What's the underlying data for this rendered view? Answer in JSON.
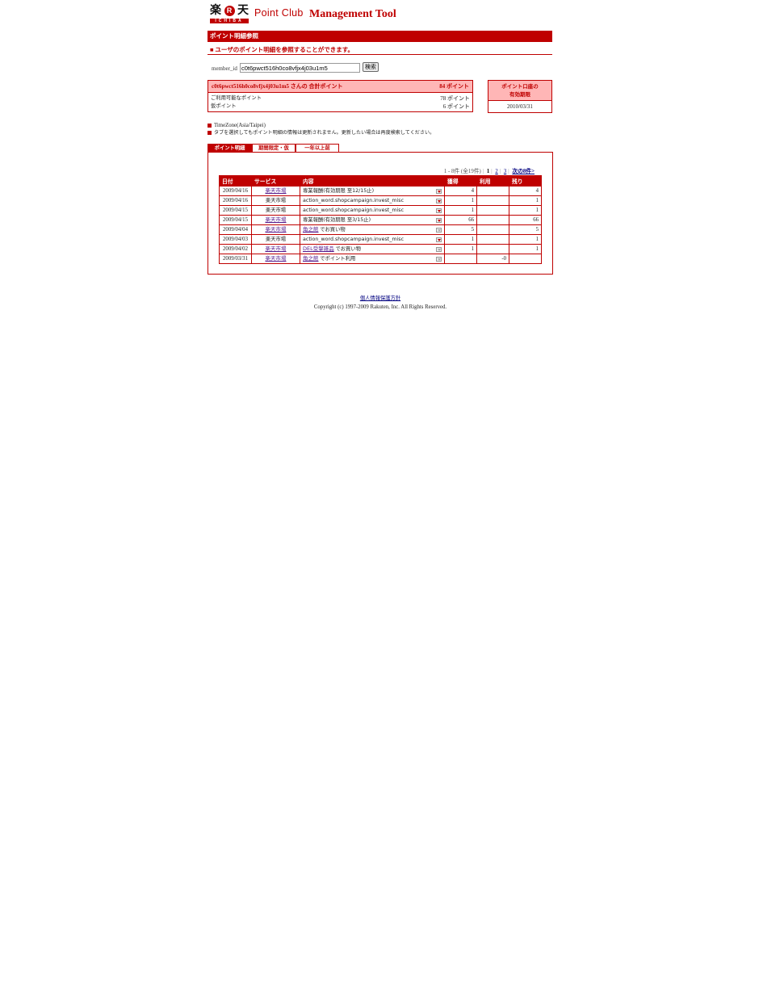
{
  "header": {
    "logo_kanji_left": "楽",
    "logo_r": "R",
    "logo_kanji_right": "天",
    "logo_ichiba": "ICHIBA",
    "point_club": "Point Club",
    "management_tool": "Management Tool"
  },
  "title_bar": "ポイント明細参照",
  "subtitle": "■ ユーザのポイント明細を参照することができます。",
  "search": {
    "label": "member_id",
    "value": "c0t6pwct516h0co8vfjx4j03u1m5",
    "button": "検索"
  },
  "points": {
    "header": "c0t6pwct516h0co8vfjx4j03u1m5 さんの 合計ポイント",
    "total": "84 ポイント",
    "available_label": "ご利用可能なポイント",
    "available_value": "78 ポイント",
    "temp_label": "仮ポイント",
    "temp_value": "6 ポイント"
  },
  "expiry": {
    "header_line1": "ポイント口座の",
    "header_line2": "有効期限",
    "value": "2010/03/31"
  },
  "notes": {
    "timezone": "TimeZone(Asia/Taipei)",
    "tab_note": "タブを選択してもポイント明細の情報は更新されません。更新したい場合は再度検索してください。"
  },
  "tabs": [
    "ポイント明細",
    "期間限定・仮",
    "一年以上前"
  ],
  "pager": {
    "summary": "1 - 8件 (全19件)",
    "current": "1",
    "page2": "2",
    "page3": "3",
    "next": "次の8件>"
  },
  "table": {
    "headers": [
      "日付",
      "サービス",
      "内容",
      "獲得",
      "利用",
      "残り"
    ],
    "rows": [
      {
        "date": "2009/04/16",
        "service": "楽天市場",
        "service_link": true,
        "content": "専業報酬(有効期限 至12/15止)",
        "content_link": "",
        "earned": "4",
        "used": "",
        "remaining": "4",
        "icon": "red"
      },
      {
        "date": "2009/04/16",
        "service": "楽天市場",
        "service_link": false,
        "content": "action_word.shopcampaign.invest_misc",
        "content_link": "",
        "earned": "1",
        "used": "",
        "remaining": "1",
        "icon": "red"
      },
      {
        "date": "2009/04/15",
        "service": "楽天市場",
        "service_link": false,
        "content": "action_word.shopcampaign.invest_misc",
        "content_link": "",
        "earned": "1",
        "used": "",
        "remaining": "1",
        "icon": "red"
      },
      {
        "date": "2009/04/15",
        "service": "楽天市場",
        "service_link": true,
        "content": "専業報酬(有効期限 至3/15止)",
        "content_link": "",
        "earned": "66",
        "used": "",
        "remaining": "66",
        "icon": "red"
      },
      {
        "date": "2009/04/04",
        "service": "楽天市場",
        "service_link": true,
        "content": "でお買い物",
        "content_link": "角之館",
        "earned": "5",
        "used": "",
        "remaining": "5",
        "icon": "gray"
      },
      {
        "date": "2009/04/03",
        "service": "楽天市場",
        "service_link": false,
        "content": "action_word.shopcampaign.invest_misc",
        "content_link": "",
        "earned": "1",
        "used": "",
        "remaining": "1",
        "icon": "red"
      },
      {
        "date": "2009/04/02",
        "service": "楽天市場",
        "service_link": true,
        "content": "でお買い物",
        "content_link": "DEL受撃雑品",
        "earned": "1",
        "used": "",
        "remaining": "1",
        "icon": "gray"
      },
      {
        "date": "2009/03/31",
        "service": "楽天市場",
        "service_link": true,
        "content": "でポイント利用",
        "content_link": "角之館",
        "earned": "",
        "used": "-0",
        "remaining": "",
        "icon": "gray"
      }
    ]
  },
  "footer": {
    "privacy": "個人情報保護方針",
    "copyright": "Copyright (c) 1997-2009 Rakuten, Inc. All Rights Reserved."
  },
  "colors": {
    "brand_red": "#bf0000",
    "pink": "#ffb6b6",
    "link": "#000080"
  }
}
